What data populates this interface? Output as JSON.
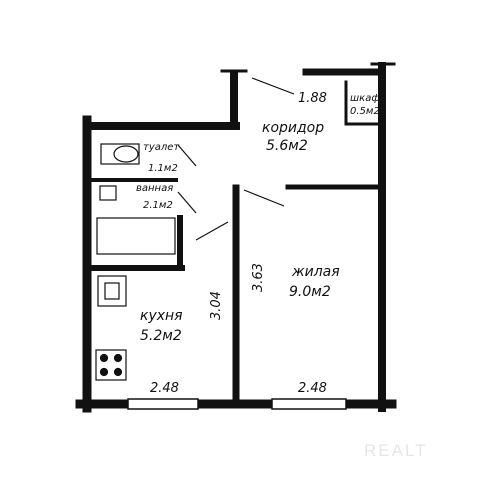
{
  "rooms": {
    "corridor": {
      "name": "коридор",
      "area": "5.6м2"
    },
    "toilet": {
      "name": "туалет",
      "area": "1.1м2"
    },
    "bathroom": {
      "name": "ванная",
      "area": "2.1м2"
    },
    "closet": {
      "name": "шкаф",
      "area": "0.5м2"
    },
    "living": {
      "name": "жилая",
      "area": "9.0м2"
    },
    "kitchen": {
      "name": "кухня",
      "area": "5.2м2"
    }
  },
  "dimensions": {
    "corridor_width": "1.88",
    "living_height": "3.63",
    "kitchen_height": "3.04",
    "kitchen_width": "2.48",
    "living_width": "2.48"
  },
  "watermark": "REALT",
  "colors": {
    "wall": "#111111",
    "background": "#ffffff",
    "watermark": "#e6e6e6"
  }
}
